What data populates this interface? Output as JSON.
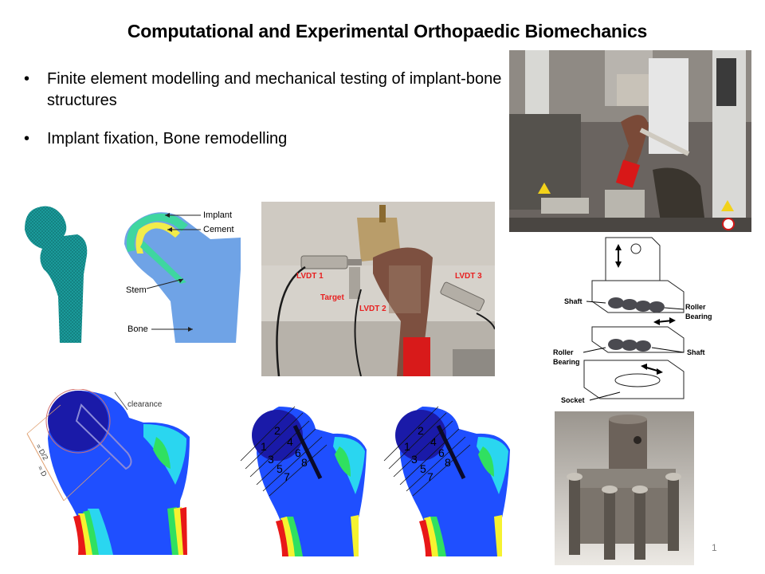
{
  "slide": {
    "title": "Computational and Experimental Orthopaedic Biomechanics",
    "bullets": [
      "Finite element modelling and mechanical testing of implant-bone structures",
      "Implant fixation, Bone remodelling"
    ],
    "page_number": "1"
  },
  "diagram_labels": {
    "implant": "Implant",
    "cement": "Cement",
    "stem": "Stem",
    "bone": "Bone"
  },
  "photo_labels": {
    "lvdt1": "LVDT 1",
    "lvdt2": "LVDT 2",
    "lvdt3": "LVDT 3",
    "target": "Target"
  },
  "fixture_labels": {
    "shaft_top": "Shaft",
    "roller_bearing_top": "Roller Bearing",
    "roller_bearing_left": "Roller Bearing",
    "shaft_right": "Shaft",
    "socket": "Socket"
  },
  "contour_labels": {
    "clearance": "clearance",
    "d_half": "≈ D/2",
    "d": "≈ D",
    "sections": [
      "1",
      "2",
      "3",
      "4",
      "5",
      "6",
      "7",
      "8"
    ]
  },
  "colors": {
    "mesh_teal": "#1a9a9a",
    "implant_green": "#3fd6a0",
    "cement_yellow": "#f2ec4a",
    "bone_blue": "#6fa3e6",
    "contour_dark_blue": "#1a1aa8",
    "contour_blue": "#1f4fff",
    "contour_cyan": "#2ad6f0",
    "contour_green": "#30e060",
    "contour_yellow": "#f6f230",
    "contour_red": "#e81818",
    "label_red": "#e82020"
  }
}
